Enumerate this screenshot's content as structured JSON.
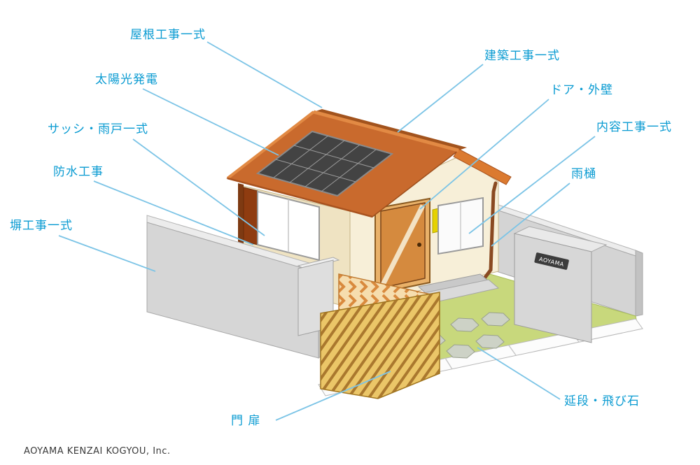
{
  "diagram": {
    "labels": [
      {
        "id": "roof-construction",
        "text": "屋根工事一式"
      },
      {
        "id": "solar-power",
        "text": "太陽光発電"
      },
      {
        "id": "sash-shutters",
        "text": "サッシ・雨戸一式"
      },
      {
        "id": "waterproofing",
        "text": "防水工事"
      },
      {
        "id": "fence-construction",
        "text": "塀工事一式"
      },
      {
        "id": "building-construction",
        "text": "建築工事一式"
      },
      {
        "id": "door-exterior-wall",
        "text": "ドア・外壁"
      },
      {
        "id": "interior-construction",
        "text": "内容工事一式"
      },
      {
        "id": "rain-gutter",
        "text": "雨樋"
      },
      {
        "id": "stepping-stones",
        "text": "延段・飛び石"
      },
      {
        "id": "gate",
        "text": "門 扉"
      }
    ],
    "house_plate_text": "AOYAMA",
    "colors": {
      "label_text": "#0a9bd2",
      "leader_line": "#7cc4e6",
      "roof": "#c96a2d",
      "roof_trim": "#e28a44",
      "wall": "#f7efd8",
      "solar_panel": "#434343",
      "door": "#d58a3e",
      "shutter": "#8f3c10",
      "fence": "#d6d6d6",
      "lawn": "#c8d87c",
      "gate_panel": "#ebc668",
      "porch_fence": "#d98a3e",
      "stepping_stone": "#cdd2c6",
      "accent_yellow": "#e6d200"
    }
  },
  "footer": {
    "company": "AOYAMA  KENZAI KOGYOU, Inc."
  }
}
